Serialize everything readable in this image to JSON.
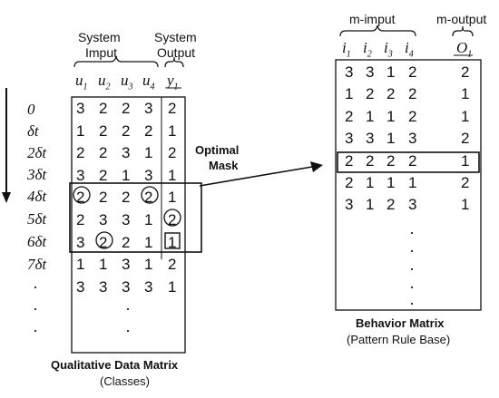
{
  "left": {
    "header_input": [
      "System",
      "Imput"
    ],
    "header_output": [
      "System",
      "Output"
    ],
    "col_labels": [
      "u1",
      "u2",
      "u3",
      "u4",
      "y1"
    ],
    "time_labels": [
      "0",
      "δt",
      "2δt",
      "3δt",
      "4δt",
      "5δt",
      "6δt",
      "7δt"
    ],
    "rows": [
      [
        "3",
        "2",
        "2",
        "3",
        "2"
      ],
      [
        "1",
        "2",
        "2",
        "2",
        "1"
      ],
      [
        "2",
        "2",
        "3",
        "1",
        "2"
      ],
      [
        "3",
        "2",
        "1",
        "3",
        "1"
      ],
      [
        "2",
        "2",
        "2",
        "2",
        "1"
      ],
      [
        "2",
        "3",
        "3",
        "1",
        "2"
      ],
      [
        "3",
        "2",
        "2",
        "1",
        "1"
      ],
      [
        "1",
        "1",
        "3",
        "1",
        "2"
      ],
      [
        "3",
        "3",
        "3",
        "3",
        "1"
      ]
    ],
    "title": "Qualitative Data Matrix",
    "subtitle": "(Classes)"
  },
  "mask_label": [
    "Optimal",
    "Mask"
  ],
  "right": {
    "header_input": "m-imput",
    "header_output": "m-output",
    "col_labels": [
      "i1",
      "i2",
      "i3",
      "i4",
      "O1"
    ],
    "rows": [
      [
        "3",
        "3",
        "1",
        "2",
        "2"
      ],
      [
        "1",
        "2",
        "2",
        "2",
        "1"
      ],
      [
        "2",
        "1",
        "1",
        "2",
        "1"
      ],
      [
        "3",
        "3",
        "1",
        "3",
        "2"
      ],
      [
        "2",
        "2",
        "2",
        "2",
        "1"
      ],
      [
        "2",
        "1",
        "1",
        "1",
        "2"
      ],
      [
        "3",
        "1",
        "2",
        "3",
        "1"
      ]
    ],
    "title": "Behavior Matrix",
    "subtitle": "(Pattern Rule Base)"
  }
}
